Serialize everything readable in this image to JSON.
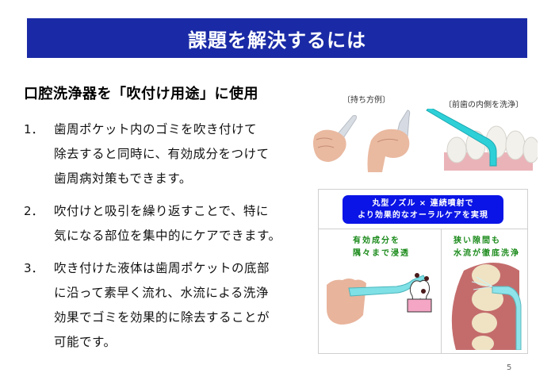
{
  "header": {
    "title": "課題を解決するには",
    "bg_color": "#1a2aa6"
  },
  "section": {
    "heading": "口腔洗浄器を「吹付け用途」に使用"
  },
  "points": [
    {
      "number": "1．",
      "lines": [
        "歯周ポケット内のゴミを吹き付けて",
        "除去すると同時に、有効成分をつけて",
        "歯周病対策もできます。"
      ]
    },
    {
      "number": "2．",
      "lines": [
        "吹付けと吸引を繰り返すことで、特に",
        "気になる部位を集中的にケアできます。"
      ]
    },
    {
      "number": "3．",
      "lines": [
        "吹き付けた液体は歯周ポケットの底部",
        "に沿って素早く流れ、水流による洗浄",
        "効果でゴミを効果的に除去することが",
        "可能です。"
      ]
    }
  ],
  "images": {
    "holding_caption": "〔持ち方例〕",
    "front_teeth_caption": "〔前歯の内側を洗浄〕"
  },
  "panel": {
    "banner_lines": [
      "丸型ノズル × 連続噴射で",
      "より効果的なオーラルケアを実現"
    ],
    "left_cell": [
      "有効成分を",
      "隅々まで浸透"
    ],
    "right_cell": [
      "狭い隙間も",
      "水流が徹底洗浄"
    ]
  },
  "page_number": "5"
}
